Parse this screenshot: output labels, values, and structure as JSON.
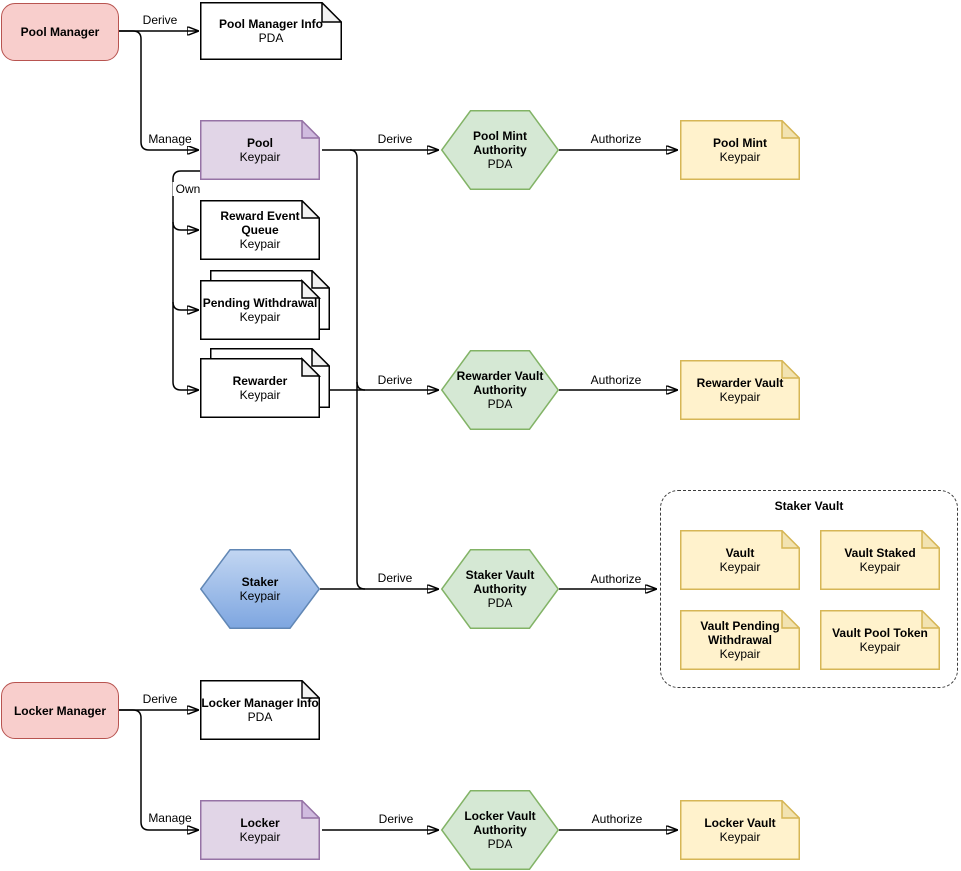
{
  "diagram": {
    "nodes": {
      "pool_manager": {
        "title": "Pool Manager"
      },
      "pool_manager_info": {
        "title": "Pool Manager Info",
        "subtitle": "PDA"
      },
      "pool_keypair": {
        "title": "Pool",
        "subtitle": "Keypair"
      },
      "reward_event_queue": {
        "title": "Reward Event Queue",
        "subtitle": "Keypair"
      },
      "pending_withdrawal": {
        "title": "Pending Withdrawal",
        "subtitle": "Keypair"
      },
      "rewarder": {
        "title": "Rewarder",
        "subtitle": "Keypair"
      },
      "pool_mint_authority": {
        "title": "Pool Mint Authority",
        "subtitle": "PDA"
      },
      "pool_mint": {
        "title": "Pool Mint",
        "subtitle": "Keypair"
      },
      "rewarder_vault_authority": {
        "title": "Rewarder Vault Authority",
        "subtitle": "PDA"
      },
      "rewarder_vault": {
        "title": "Rewarder Vault",
        "subtitle": "Keypair"
      },
      "staker": {
        "title": "Staker",
        "subtitle": "Keypair"
      },
      "staker_vault_authority": {
        "title": "Staker Vault Authority",
        "subtitle": "PDA"
      },
      "staker_vault_group": {
        "title": "Staker Vault"
      },
      "vault": {
        "title": "Vault",
        "subtitle": "Keypair"
      },
      "vault_staked": {
        "title": "Vault Staked",
        "subtitle": "Keypair"
      },
      "vault_pending_withdrawal": {
        "title": "Vault Pending Withdrawal",
        "subtitle": "Keypair"
      },
      "vault_pool_token": {
        "title": "Vault Pool Token",
        "subtitle": "Keypair"
      },
      "locker_manager": {
        "title": "Locker Manager"
      },
      "locker_manager_info": {
        "title": "Locker Manager Info",
        "subtitle": "PDA"
      },
      "locker_keypair": {
        "title": "Locker",
        "subtitle": "Keypair"
      },
      "locker_vault_authority": {
        "title": "Locker Vault Authority",
        "subtitle": "PDA"
      },
      "locker_vault": {
        "title": "Locker Vault",
        "subtitle": "Keypair"
      }
    },
    "edges": [
      {
        "from": "Pool Manager",
        "to": "Pool Manager Info PDA",
        "label": "Derive"
      },
      {
        "from": "Pool Manager",
        "to": "Pool Keypair",
        "label": "Manage"
      },
      {
        "from": "Pool Keypair",
        "to": "Reward Event Queue Keypair",
        "label": "Own"
      },
      {
        "from": "Pool Keypair",
        "to": "Pending Withdrawal Keypair",
        "label": ""
      },
      {
        "from": "Pool Keypair",
        "to": "Rewarder Keypair",
        "label": ""
      },
      {
        "from": "Pool Keypair",
        "to": "Pool Mint Authority PDA",
        "label": "Derive"
      },
      {
        "from": "Pool Mint Authority PDA",
        "to": "Pool Mint Keypair",
        "label": "Authorize"
      },
      {
        "from": "Pool Keypair",
        "to": "Rewarder Vault Authority PDA",
        "label": "Derive"
      },
      {
        "from": "Rewarder Vault Authority PDA",
        "to": "Rewarder Vault Keypair",
        "label": "Authorize"
      },
      {
        "from": "Staker Keypair",
        "to": "Staker Vault Authority PDA",
        "label": "Derive"
      },
      {
        "from": "Staker Vault Authority PDA",
        "to": "Staker Vault",
        "label": "Authorize"
      },
      {
        "from": "Locker Manager",
        "to": "Locker Manager Info PDA",
        "label": "Derive"
      },
      {
        "from": "Locker Manager",
        "to": "Locker Keypair",
        "label": "Manage"
      },
      {
        "from": "Locker Keypair",
        "to": "Locker Vault Authority PDA",
        "label": "Derive"
      },
      {
        "from": "Locker Vault Authority PDA",
        "to": "Locker Vault Keypair",
        "label": "Authorize"
      }
    ],
    "colors": {
      "manager_fill": "#f8cecc",
      "manager_stroke": "#b85450",
      "keypair_purple_fill": "#e1d5e7",
      "keypair_purple_stroke": "#9673a6",
      "pda_green_fill": "#d5e8d4",
      "pda_green_stroke": "#82b366",
      "vault_yellow_fill": "#fff2cc",
      "vault_yellow_stroke": "#d6b656",
      "staker_blue_top": "#c2d6f2",
      "staker_blue_bottom": "#7ea6e0",
      "staker_blue_stroke": "#6187b5",
      "doc_white_fill": "#ffffff",
      "line_color": "#000000"
    }
  }
}
